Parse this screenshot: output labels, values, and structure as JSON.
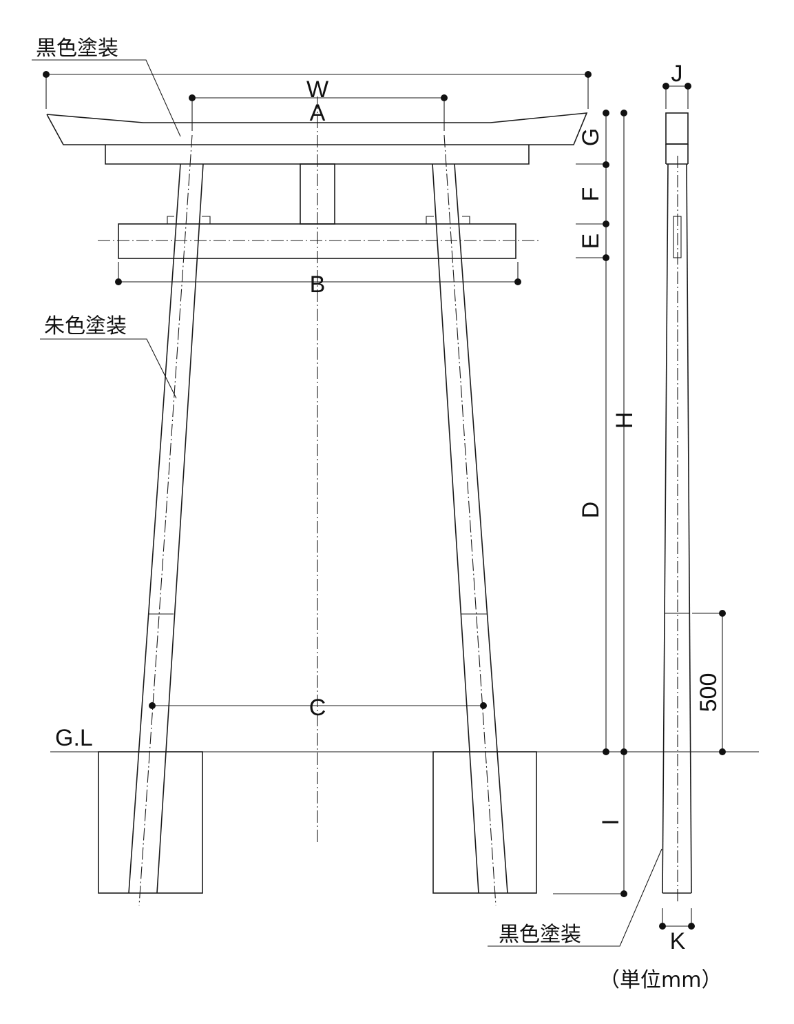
{
  "labels": {
    "top_note": "黒色塗装",
    "pillar_note": "朱色塗装",
    "base_note": "黒色塗装",
    "W": "W",
    "A": "A",
    "B": "B",
    "C": "C",
    "D": "D",
    "E": "E",
    "F": "F",
    "G": "G",
    "H": "H",
    "I": "I",
    "J": "J",
    "K": "K",
    "gl": "G.L",
    "dim500": "500",
    "unit": "（単位mm）"
  }
}
